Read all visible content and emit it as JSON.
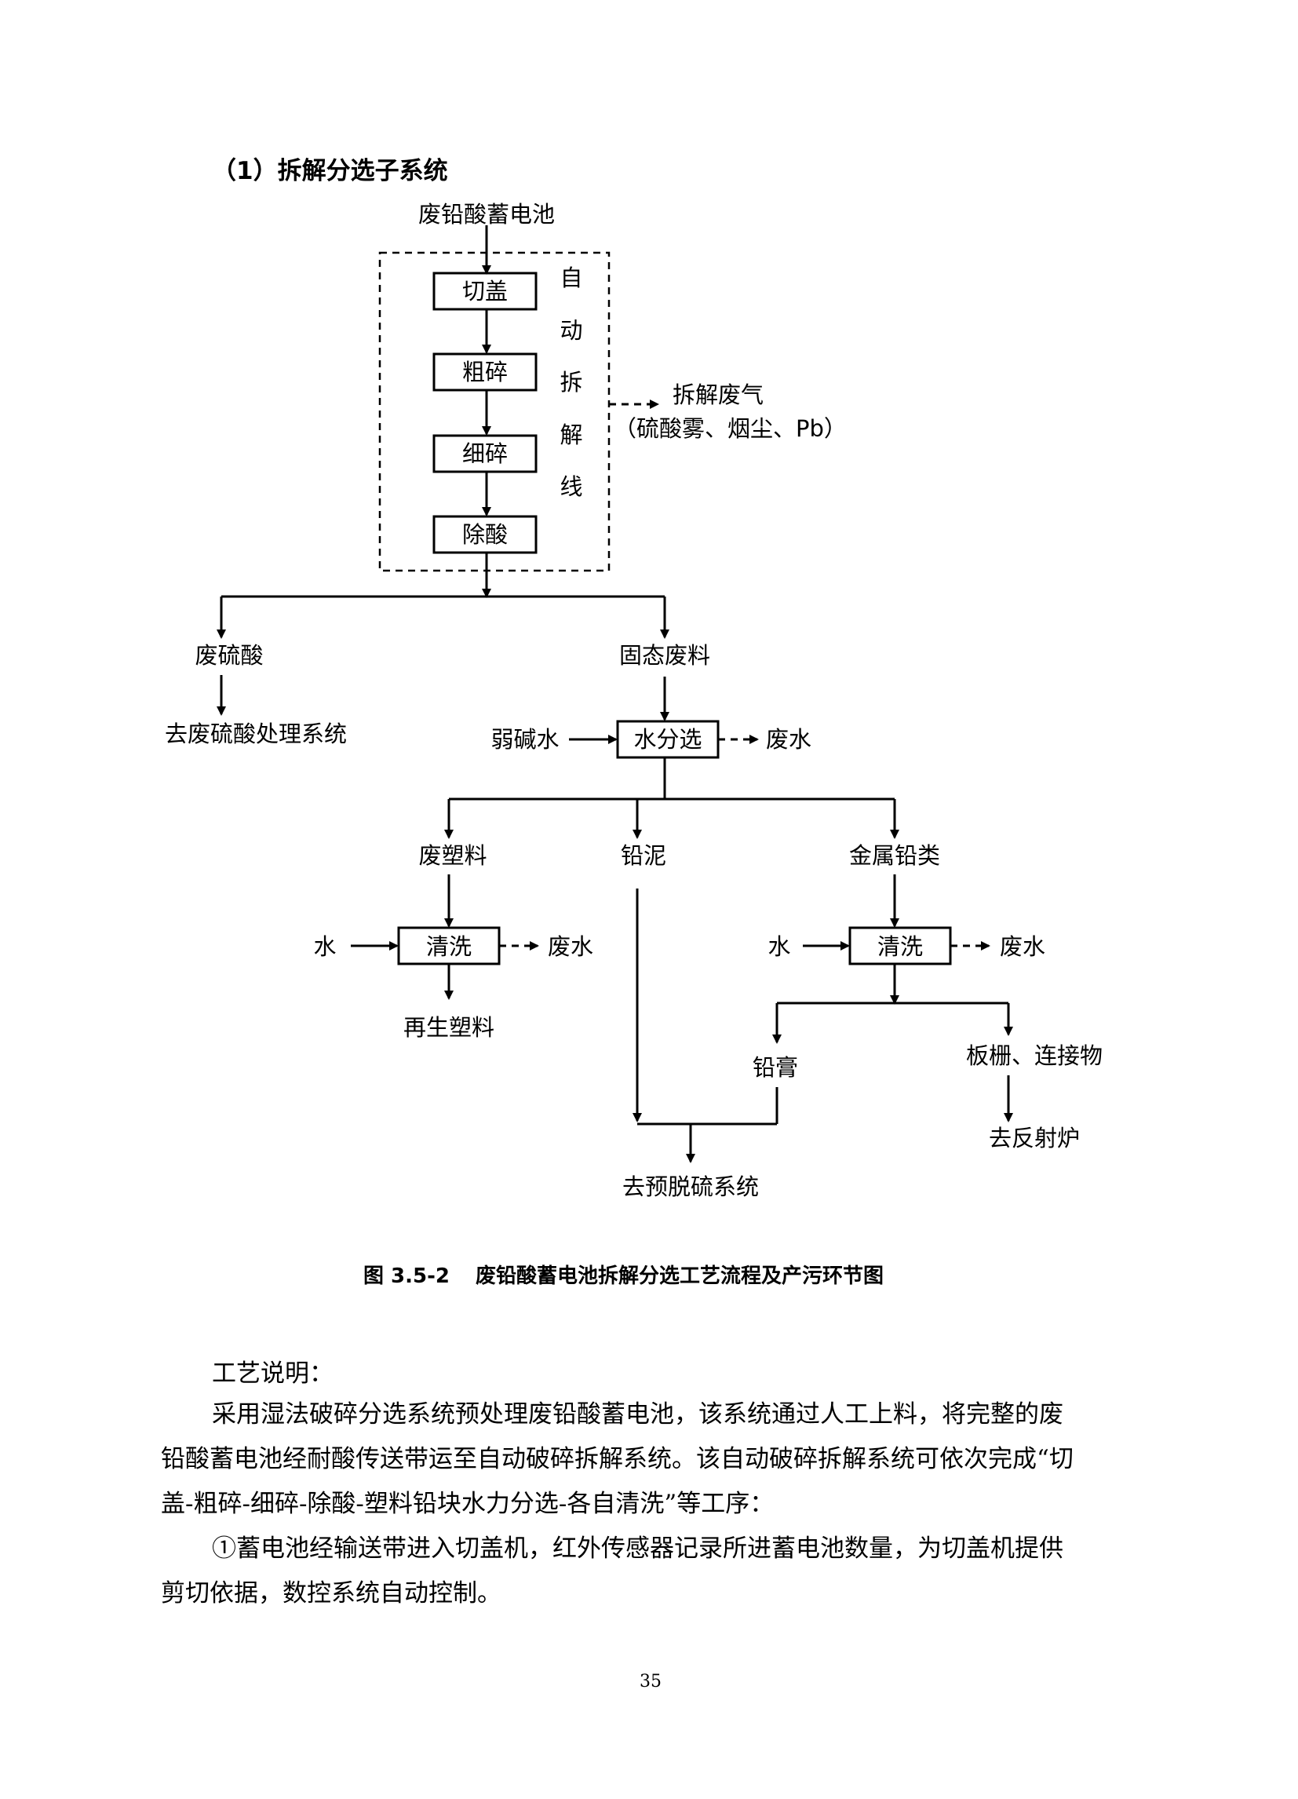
{
  "section_heading": "（1）拆解分选子系统",
  "flowchart": {
    "top_input": "废铅酸蓄电池",
    "auto_line_steps": [
      "切盖",
      "粗碎",
      "细碎",
      "除酸"
    ],
    "auto_line_label": [
      "自",
      "动",
      "拆",
      "解",
      "线"
    ],
    "exhaust_gas": "拆解废气",
    "exhaust_gas_detail": "（硫酸雾、烟尘、Pb）",
    "waste_acid": "废硫酸",
    "waste_acid_dest": "去废硫酸处理系统",
    "solid_waste": "固态废料",
    "weak_alkali_water": "弱碱水",
    "water_separation": "水分选",
    "waste_water": "废水",
    "waste_plastic": "废塑料",
    "lead_mud": "铅泥",
    "metal_lead": "金属铅类",
    "water": "水",
    "wash": "清洗",
    "recycled_plastic": "再生塑料",
    "lead_paste": "铅膏",
    "grid_connectors": "板栅、连接物",
    "to_reverberatory": "去反射炉",
    "to_desulfurization": "去预脱硫系统"
  },
  "figure_caption_number": "图 3.5-2",
  "figure_caption_text": "废铅酸蓄电池拆解分选工艺流程及产污环节图",
  "description": {
    "label": "工艺说明：",
    "para1_lines": [
      "采用湿法破碎分选系统预处理废铅酸蓄电池，该系统通过人工上料，将完整的废",
      "铅酸蓄电池经耐酸传送带运至自动破碎拆解系统。该自动破碎拆解系统可依次完成“切",
      "盖-粗碎-细碎-除酸-塑料铅块水力分选-各自清洗”等工序："
    ],
    "para2_lines": [
      "①蓄电池经输送带进入切盖机，红外传感器记录所进蓄电池数量，为切盖机提供",
      "剪切依据，数控系统自动控制。"
    ]
  },
  "page_number": "35"
}
